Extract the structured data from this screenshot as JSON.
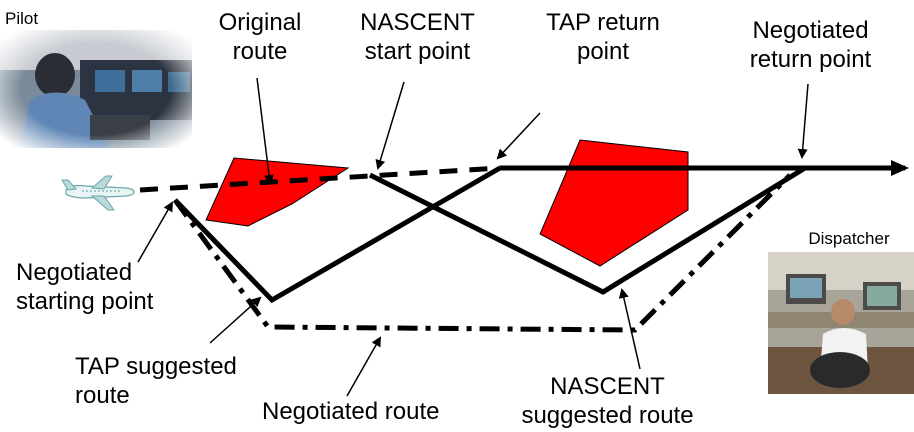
{
  "labels": {
    "pilot": "Pilot",
    "original_route": "Original\nroute",
    "nascent_start": "NASCENT\nstart point",
    "tap_return": "TAP return\npoint",
    "negotiated_return": "Negotiated\nreturn point",
    "dispatcher": "Dispatcher",
    "negotiated_start": "Negotiated\nstarting point",
    "tap_suggested": "TAP suggested\nroute",
    "negotiated_route": "Negotiated route",
    "nascent_suggested": "NASCENT\nsuggested route"
  },
  "colors": {
    "obstacle": "#ff0000",
    "line": "#000000"
  },
  "icons": {
    "aircraft": "airplane-icon",
    "pilot_photo": "pilot-cockpit-photo",
    "dispatcher_photo": "dispatcher-office-photo"
  }
}
